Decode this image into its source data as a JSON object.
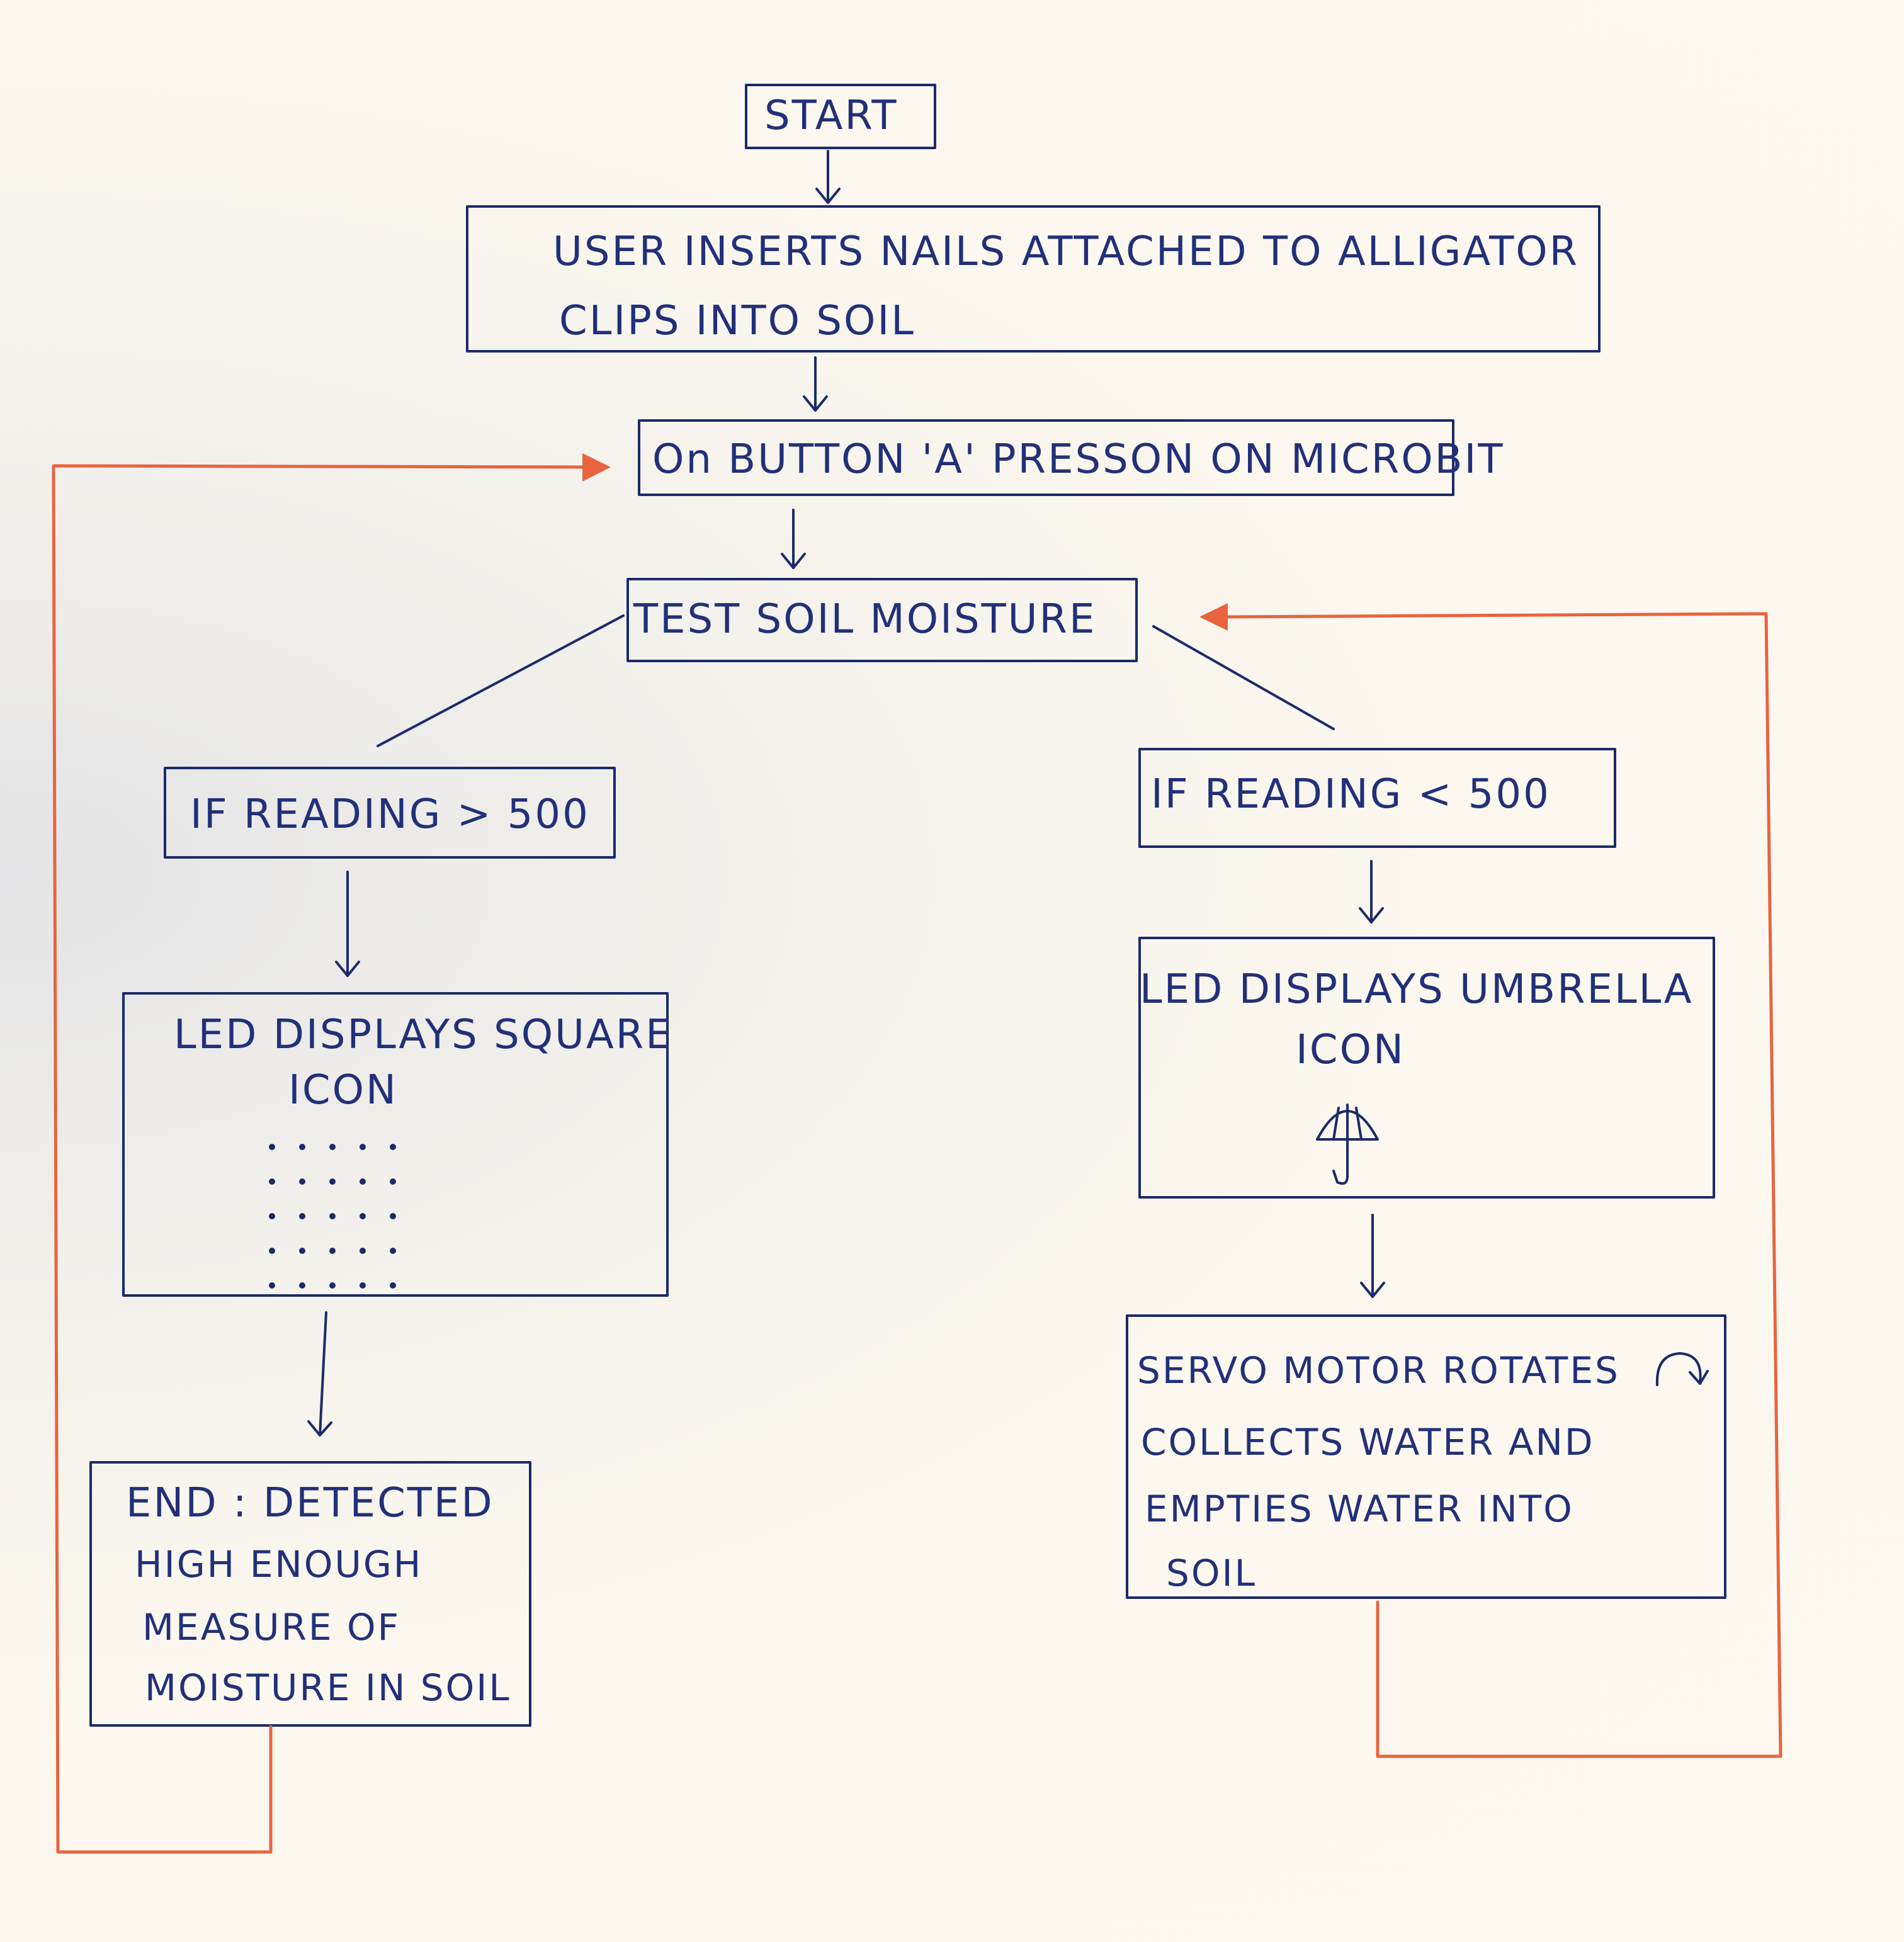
{
  "nodes": {
    "start": "START",
    "insert_line1": "USER INSERTS NAILS ATTACHED TO ALLIGATOR",
    "insert_line2": "CLIPS INTO SOIL",
    "button": "On BUTTON 'A' PRESSON ON MICROBIT",
    "test": "TEST SOIL MOISTURE",
    "if_high": "IF READING > 500",
    "if_low": "IF READING < 500",
    "square_line1": "LED DISPLAYS SQUARE",
    "square_line2": "ICON",
    "umbrella_line1": "LED DISPLAYS UMBRELLA",
    "umbrella_line2": "ICON",
    "end_line1": "END : DETECTED",
    "end_line2": "HIGH ENOUGH",
    "end_line3": "MEASURE OF",
    "end_line4": "MOISTURE IN SOIL",
    "servo_line1": "SERVO MOTOR ROTATES",
    "servo_line2": "COLLECTS WATER AND",
    "servo_line3": "EMPTIES WATER INTO",
    "servo_line4": "SOIL"
  },
  "icons": {
    "square_display": "led-square-dots-icon",
    "umbrella_display": "umbrella-icon",
    "rotation": "clockwise-rotate-arrow-icon"
  },
  "colors": {
    "ink": "#1c2a6b",
    "loop": "#e8643f",
    "paper": "#fbf7ef"
  }
}
